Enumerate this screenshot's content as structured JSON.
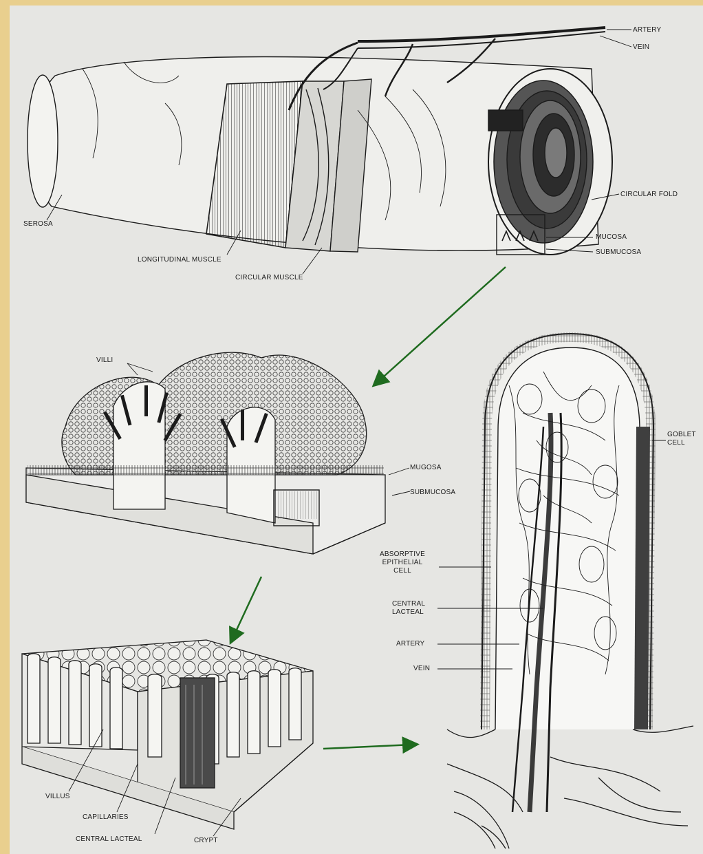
{
  "labels": {
    "artery_top": "ARTERY",
    "vein_top": "VEIN",
    "circular_fold": "CIRCULAR FOLD",
    "serosa": "SEROSA",
    "mucosa_top": "MUCOSA",
    "submucosa_top": "SUBMUCOSA",
    "longitudinal_muscle": "LONGITUDINAL MUSCLE",
    "circular_muscle": "CIRCULAR MUSCLE",
    "villi": "VILLI",
    "mucosa_mid": "MUGOSA",
    "submucosa_mid": "SUBMUCOSA",
    "goblet_cell": "GOBLET\nCELL",
    "absorptive_epithelial_cell": "ABSORPTIVE\nEPITHELIAL\nCELL",
    "central_lacteal_right": "CENTRAL\nLACTEAL",
    "artery_right": "ARTERY",
    "vein_right": "VEIN",
    "villus": "VILLUS",
    "capillaries": "CAPILLARIES",
    "central_lacteal_bottom": "CENTRAL LACTEAL",
    "crypt": "CRYPT"
  },
  "colors": {
    "frame": "#e9cf8e",
    "paper": "#e6e6e3",
    "ink": "#1b1b1b",
    "arrow": "#1f6b1f"
  }
}
